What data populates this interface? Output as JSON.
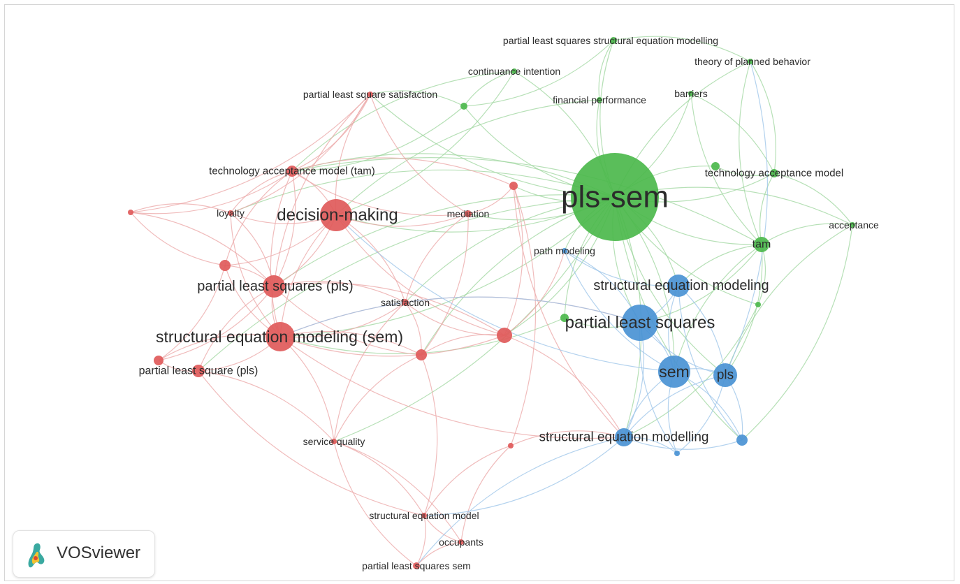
{
  "software": "VOSviewer",
  "colors": {
    "red_cluster": "#e05a5a",
    "green_cluster": "#4cb84c",
    "blue_cluster": "#4a93d4",
    "red_edge": "#eba6a6",
    "green_edge": "#9ed69e",
    "blue_edge": "#9ac3e8"
  },
  "nodes": [
    {
      "id": "pls-sem",
      "label": "pls-sem",
      "cluster": "green"
    },
    {
      "id": "plssem-model",
      "label": "partial least squares structural equation modelling",
      "cluster": "green"
    },
    {
      "id": "continuance",
      "label": "continuance intention",
      "cluster": "green"
    },
    {
      "id": "tpb",
      "label": "theory of planned behavior",
      "cluster": "green"
    },
    {
      "id": "barriers",
      "label": "barriers",
      "cluster": "green"
    },
    {
      "id": "finperf",
      "label": "financial performance",
      "cluster": "green"
    },
    {
      "id": "tam-full",
      "label": "technology acceptance model",
      "cluster": "green"
    },
    {
      "id": "acceptance",
      "label": "acceptance",
      "cluster": "green"
    },
    {
      "id": "tam",
      "label": "tam",
      "cluster": "green"
    },
    {
      "id": "green-a",
      "label": "",
      "cluster": "green"
    },
    {
      "id": "green-b",
      "label": "",
      "cluster": "green"
    },
    {
      "id": "green-c",
      "label": "",
      "cluster": "green"
    },
    {
      "id": "green-d",
      "label": "",
      "cluster": "green"
    },
    {
      "id": "pls-sat",
      "label": "partial least square satisfaction",
      "cluster": "red"
    },
    {
      "id": "tam-red",
      "label": "technology acceptance model (tam)",
      "cluster": "red"
    },
    {
      "id": "decision",
      "label": "decision-making",
      "cluster": "red"
    },
    {
      "id": "loyalty",
      "label": "loyalty",
      "cluster": "red"
    },
    {
      "id": "mediation",
      "label": "mediation",
      "cluster": "red"
    },
    {
      "id": "pls-paren",
      "label": "partial least squares (pls)",
      "cluster": "red"
    },
    {
      "id": "satisfaction",
      "label": "satisfaction",
      "cluster": "red"
    },
    {
      "id": "sem-paren",
      "label": "structural equation modeling (sem)",
      "cluster": "red"
    },
    {
      "id": "pls-square",
      "label": "partial least square (pls)",
      "cluster": "red"
    },
    {
      "id": "service",
      "label": "service quality",
      "cluster": "red"
    },
    {
      "id": "sem-model",
      "label": "structural equation model",
      "cluster": "red"
    },
    {
      "id": "occupants",
      "label": "occupants",
      "cluster": "red"
    },
    {
      "id": "pls-sem-red",
      "label": "partial least squares sem",
      "cluster": "red"
    },
    {
      "id": "red-a",
      "label": "",
      "cluster": "red"
    },
    {
      "id": "red-b",
      "label": "",
      "cluster": "red"
    },
    {
      "id": "red-c",
      "label": "",
      "cluster": "red"
    },
    {
      "id": "red-d",
      "label": "",
      "cluster": "red"
    },
    {
      "id": "red-e",
      "label": "",
      "cluster": "red"
    },
    {
      "id": "red-f",
      "label": "",
      "cluster": "red"
    },
    {
      "id": "red-g",
      "label": "",
      "cluster": "red"
    },
    {
      "id": "path",
      "label": "path modeling",
      "cluster": "blue"
    },
    {
      "id": "sem-modeling",
      "label": "structural equation modeling",
      "cluster": "blue"
    },
    {
      "id": "pls-squares",
      "label": "partial least squares",
      "cluster": "blue"
    },
    {
      "id": "sem",
      "label": "sem",
      "cluster": "blue"
    },
    {
      "id": "pls",
      "label": "pls",
      "cluster": "blue"
    },
    {
      "id": "sem-modelling",
      "label": "structural equation modelling",
      "cluster": "blue"
    },
    {
      "id": "blue-a",
      "label": "",
      "cluster": "blue"
    },
    {
      "id": "blue-b",
      "label": "",
      "cluster": "blue"
    }
  ],
  "edges": [
    [
      "pls-sem",
      "plssem-model"
    ],
    [
      "pls-sem",
      "continuance"
    ],
    [
      "pls-sem",
      "tpb"
    ],
    [
      "pls-sem",
      "barriers"
    ],
    [
      "pls-sem",
      "finperf"
    ],
    [
      "pls-sem",
      "tam-full"
    ],
    [
      "pls-sem",
      "acceptance"
    ],
    [
      "pls-sem",
      "tam"
    ],
    [
      "pls-sem",
      "green-a"
    ],
    [
      "pls-sem",
      "green-b"
    ],
    [
      "pls-sem",
      "green-c"
    ],
    [
      "pls-sem",
      "green-d"
    ],
    [
      "pls-sem",
      "pls-sat"
    ],
    [
      "pls-sem",
      "tam-red"
    ],
    [
      "pls-sem",
      "decision"
    ],
    [
      "pls-sem",
      "loyalty"
    ],
    [
      "pls-sem",
      "mediation"
    ],
    [
      "pls-sem",
      "pls-paren"
    ],
    [
      "pls-sem",
      "sem-paren"
    ],
    [
      "pls-sem",
      "satisfaction"
    ],
    [
      "pls-sem",
      "red-a"
    ],
    [
      "pls-sem",
      "red-d"
    ],
    [
      "pls-sem",
      "red-e"
    ],
    [
      "pls-sem",
      "pls-square"
    ],
    [
      "pls-sem",
      "service"
    ],
    [
      "pls-sem",
      "path"
    ],
    [
      "pls-sem",
      "sem-modeling"
    ],
    [
      "pls-sem",
      "pls-squares"
    ],
    [
      "pls-sem",
      "sem"
    ],
    [
      "pls-sem",
      "pls"
    ],
    [
      "pls-sem",
      "sem-modelling"
    ],
    [
      "pls-sem",
      "blue-a"
    ],
    [
      "green-a",
      "continuance"
    ],
    [
      "green-a",
      "plssem-model"
    ],
    [
      "green-a",
      "tam-red"
    ],
    [
      "green-a",
      "pls-sat"
    ],
    [
      "plssem-model",
      "tpb"
    ],
    [
      "plssem-model",
      "finperf"
    ],
    [
      "tpb",
      "tam-full"
    ],
    [
      "tpb",
      "tam"
    ],
    [
      "barriers",
      "tam-full"
    ],
    [
      "barriers",
      "tam"
    ],
    [
      "tam-full",
      "acceptance"
    ],
    [
      "tam-full",
      "tam"
    ],
    [
      "tam-full",
      "green-c"
    ],
    [
      "acceptance",
      "tam"
    ],
    [
      "acceptance",
      "blue-a"
    ],
    [
      "acceptance",
      "pls"
    ],
    [
      "tam",
      "green-d"
    ],
    [
      "tam",
      "sem-modeling"
    ],
    [
      "tam",
      "pls-squares"
    ],
    [
      "tam",
      "sem"
    ],
    [
      "tam",
      "pls"
    ],
    [
      "tam",
      "tam-red"
    ],
    [
      "green-d",
      "sem-modelling"
    ],
    [
      "green-b",
      "pls-squares"
    ],
    [
      "green-b",
      "sem-paren"
    ],
    [
      "finperf",
      "decision"
    ],
    [
      "continuance",
      "decision"
    ],
    [
      "continuance",
      "tam-red"
    ],
    [
      "pls-sat",
      "tam-red"
    ],
    [
      "pls-sat",
      "decision"
    ],
    [
      "pls-sat",
      "loyalty"
    ],
    [
      "pls-sat",
      "pls-paren"
    ],
    [
      "pls-sat",
      "red-f"
    ],
    [
      "pls-sat",
      "mediation"
    ],
    [
      "tam-red",
      "decision"
    ],
    [
      "tam-red",
      "loyalty"
    ],
    [
      "tam-red",
      "pls-paren"
    ],
    [
      "tam-red",
      "sem-paren"
    ],
    [
      "tam-red",
      "red-f"
    ],
    [
      "tam-red",
      "red-b"
    ],
    [
      "tam-red",
      "red-a"
    ],
    [
      "tam-red",
      "mediation"
    ],
    [
      "red-f",
      "loyalty"
    ],
    [
      "red-f",
      "red-b"
    ],
    [
      "red-f",
      "pls-paren"
    ],
    [
      "loyalty",
      "decision"
    ],
    [
      "loyalty",
      "pls-paren"
    ],
    [
      "loyalty",
      "sem-paren"
    ],
    [
      "decision",
      "pls-paren"
    ],
    [
      "decision",
      "sem-paren"
    ],
    [
      "decision",
      "red-b"
    ],
    [
      "decision",
      "mediation"
    ],
    [
      "decision",
      "satisfaction"
    ],
    [
      "decision",
      "red-e"
    ],
    [
      "red-b",
      "pls-paren"
    ],
    [
      "red-b",
      "sem-paren"
    ],
    [
      "red-b",
      "red-c"
    ],
    [
      "pls-paren",
      "sem-paren"
    ],
    [
      "pls-paren",
      "red-c"
    ],
    [
      "pls-paren",
      "pls-square"
    ],
    [
      "pls-paren",
      "satisfaction"
    ],
    [
      "pls-paren",
      "red-d"
    ],
    [
      "pls-paren",
      "red-e"
    ],
    [
      "sem-paren",
      "red-c"
    ],
    [
      "sem-paren",
      "pls-square"
    ],
    [
      "sem-paren",
      "satisfaction"
    ],
    [
      "sem-paren",
      "red-d"
    ],
    [
      "sem-paren",
      "red-e"
    ],
    [
      "sem-paren",
      "service"
    ],
    [
      "sem-paren",
      "sem-modelling"
    ],
    [
      "sem-paren",
      "pls-squares"
    ],
    [
      "red-c",
      "pls-square"
    ],
    [
      "pls-square",
      "service"
    ],
    [
      "pls-square",
      "sem-model"
    ],
    [
      "service",
      "sem-model"
    ],
    [
      "service",
      "pls-sem-red"
    ],
    [
      "service",
      "occupants"
    ],
    [
      "sem-model",
      "occupants"
    ],
    [
      "sem-model",
      "pls-sem-red"
    ],
    [
      "occupants",
      "pls-sem-red"
    ],
    [
      "occupants",
      "red-g"
    ],
    [
      "red-g",
      "sem-model"
    ],
    [
      "red-g",
      "sem-modelling"
    ],
    [
      "mediation",
      "satisfaction"
    ],
    [
      "mediation",
      "red-d"
    ],
    [
      "mediation",
      "red-a"
    ],
    [
      "red-a",
      "red-g"
    ],
    [
      "red-a",
      "sem-modelling"
    ],
    [
      "red-a",
      "red-e"
    ],
    [
      "satisfaction",
      "red-e"
    ],
    [
      "satisfaction",
      "red-d"
    ],
    [
      "satisfaction",
      "service"
    ],
    [
      "red-d",
      "red-e"
    ],
    [
      "red-d",
      "service"
    ],
    [
      "red-d",
      "sem-model"
    ],
    [
      "red-e",
      "path"
    ],
    [
      "red-e",
      "sem-modelling"
    ],
    [
      "path",
      "sem-modeling"
    ],
    [
      "path",
      "pls-squares"
    ],
    [
      "path",
      "sem"
    ],
    [
      "sem-modeling",
      "pls-squares"
    ],
    [
      "sem-modeling",
      "sem"
    ],
    [
      "sem-modeling",
      "pls"
    ],
    [
      "sem-modeling",
      "blue-a"
    ],
    [
      "pls-squares",
      "sem"
    ],
    [
      "pls-squares",
      "pls"
    ],
    [
      "pls-squares",
      "sem-modelling"
    ],
    [
      "pls-squares",
      "blue-b"
    ],
    [
      "sem",
      "pls"
    ],
    [
      "sem",
      "sem-modelling"
    ],
    [
      "sem",
      "blue-a"
    ],
    [
      "sem",
      "blue-b"
    ],
    [
      "pls",
      "blue-a"
    ],
    [
      "pls",
      "sem-modelling"
    ],
    [
      "pls",
      "blue-b"
    ],
    [
      "sem-modelling",
      "blue-a"
    ],
    [
      "sem-modelling",
      "blue-b"
    ],
    [
      "sem-modelling",
      "pls-sem-red"
    ],
    [
      "sem-modelling",
      "sem-model"
    ],
    [
      "pls-squares",
      "sem-paren"
    ],
    [
      "sem",
      "decision"
    ],
    [
      "pls",
      "tpb"
    ]
  ]
}
